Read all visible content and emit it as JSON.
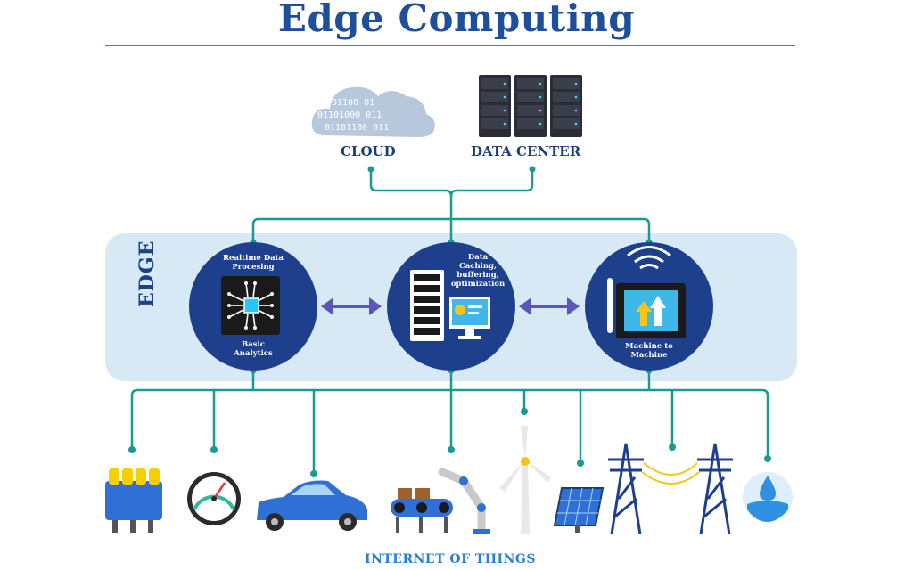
{
  "title": "Edge Computing",
  "top": {
    "cloud_label": "CLOUD",
    "cloud_binary": [
      "01100 01",
      "01101000 011",
      "01101100 011"
    ],
    "datacenter_label": "DATA CENTER"
  },
  "edge": {
    "label": "EDGE",
    "nodes": [
      {
        "top_text": "Realtime Data\nProcesing",
        "bottom_text": "Basic\nAnalytics",
        "icon": "microchip-icon"
      },
      {
        "top_text": "Data\nCaching,\nbuffering,\noptimization",
        "bottom_text": "",
        "icon": "server-monitor-icon"
      },
      {
        "top_text": "",
        "bottom_text": "Machine to\nMachine",
        "icon": "m2m-tablet-icon"
      }
    ]
  },
  "iot": {
    "label": "INTERNET OF THINGS",
    "devices": [
      "engine-icon",
      "speedometer-icon",
      "car-icon",
      "robot-arm-conveyor-icon",
      "wind-turbine-icon",
      "solar-panel-icon",
      "power-towers-icon",
      "water-drop-icon"
    ]
  },
  "colors": {
    "title": "#1e4f9a",
    "connector": "#1a9a92",
    "edge_band": "#d6e9f5",
    "circle": "#1d3f8c",
    "arrow": "#5a55b8"
  }
}
